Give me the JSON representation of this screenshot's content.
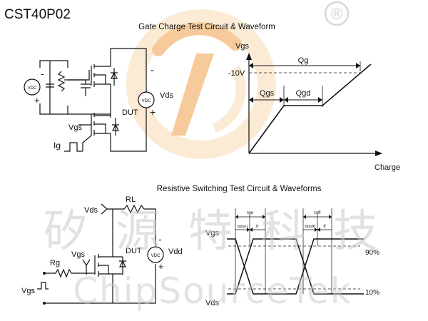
{
  "part_number": "CST40P02",
  "trademark_symbol": "®",
  "watermark": {
    "chinese": "矽 源 特 科 技",
    "english": "ChipSourceTek"
  },
  "gate_charge": {
    "title": "Gate Charge Test Circuit & Waveform",
    "circuit": {
      "source_label": "VDC",
      "minus": "-",
      "plus": "+",
      "vds_label": "Vds",
      "dut_label": "DUT",
      "vgs_label": "Vgs",
      "ig_label": "Ig"
    },
    "waveform": {
      "y_axis_label": "Vgs",
      "x_axis_label": "Charge",
      "level_label": "-10V",
      "qg_label": "Qg",
      "qgs_label": "Qgs",
      "qgd_label": "Qgd"
    }
  },
  "resistive_switching": {
    "title": "Resistive Switching Test Circuit & Waveforms",
    "circuit": {
      "vds_label": "Vds",
      "rl_label": "RL",
      "vgs_label": "Vgs",
      "dut_label": "DUT",
      "rg_label": "Rg",
      "vgs_source_label": "Vgs",
      "source_label": "VDC",
      "vdd_label": "Vdd",
      "minus": "-",
      "plus": "+"
    },
    "waveform": {
      "vgs_label": "Vgs",
      "vds_label": "Vds",
      "pct90_label": "90%",
      "pct10_label": "10%",
      "ton_label": "ton",
      "toff_label": "toff",
      "tdon_label": "td(on)",
      "tr_label": "tr",
      "tdoff_label": "td(off)",
      "tf_label": "tf"
    }
  },
  "colors": {
    "line": "#111111",
    "dashed": "#555555",
    "watermark_text": "#c8c8c8",
    "logo_orange": "#f0a048",
    "logo_light": "#f8dcb4"
  }
}
